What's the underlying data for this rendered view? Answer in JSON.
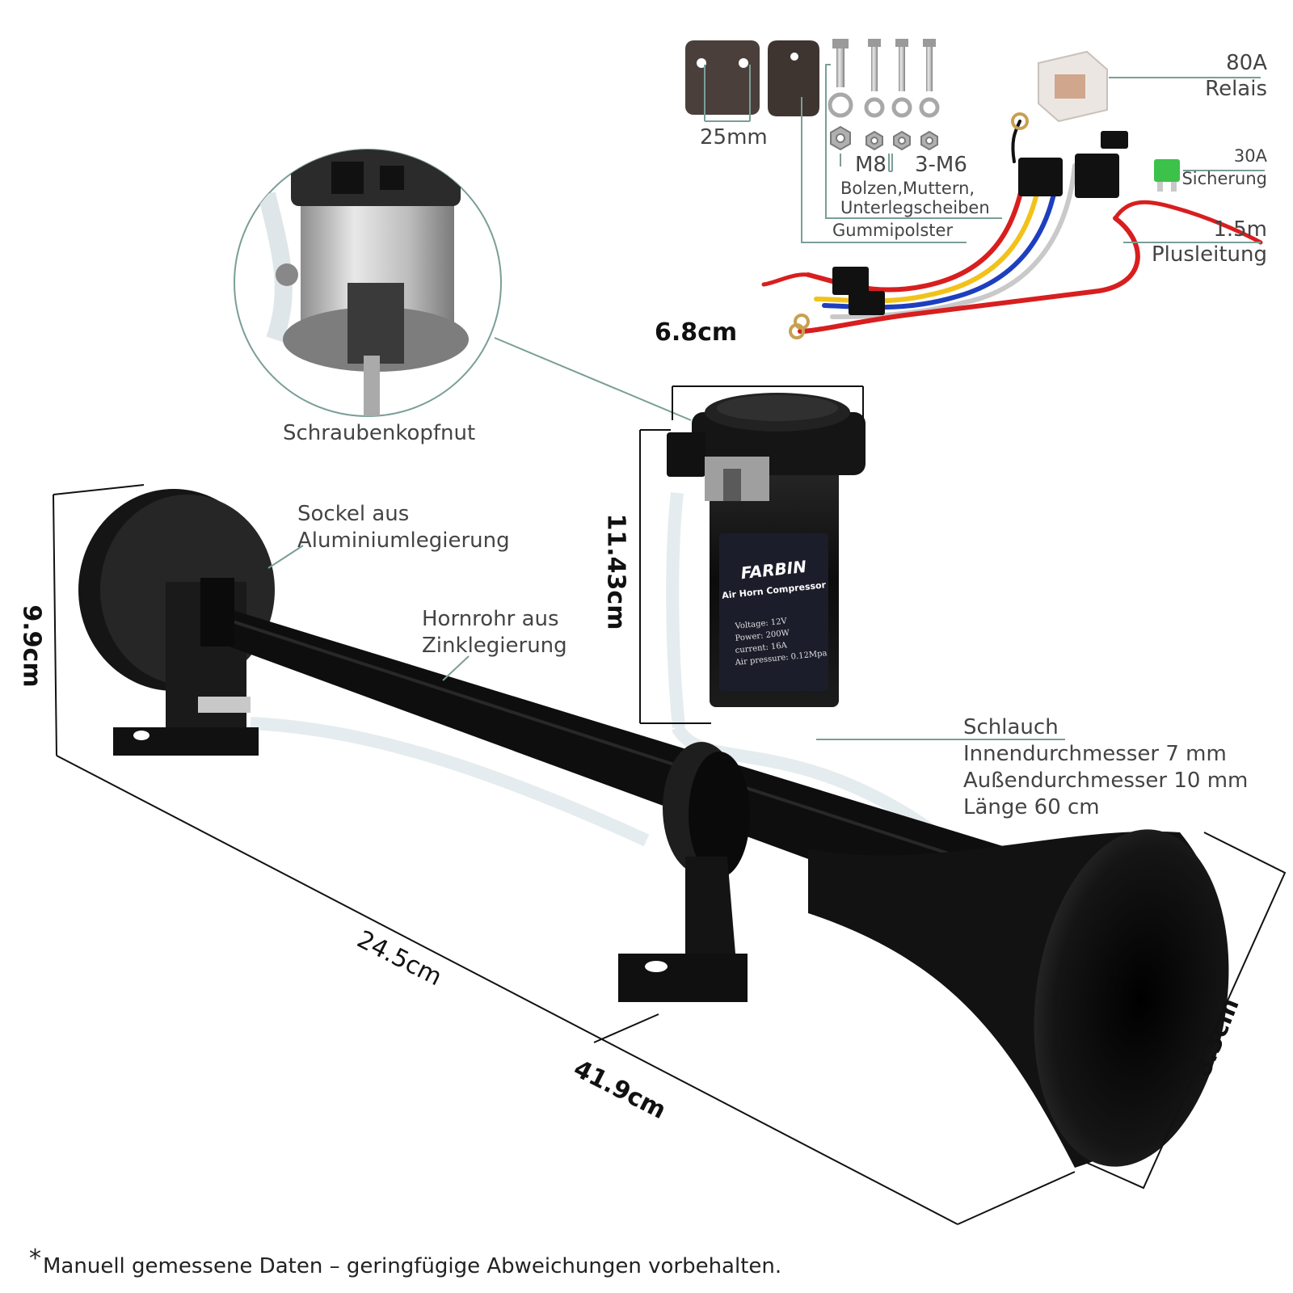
{
  "dimensions": {
    "compressor_width": "6.8cm",
    "compressor_height": "11.43cm",
    "base_height": "9.9cm",
    "trumpet_length_mid": "24.5cm",
    "trumpet_length_total": "41.9cm",
    "bell_diameter": "8.3cm",
    "pad_size": "25mm"
  },
  "labels": {
    "base": [
      "Sockel aus",
      "Aluminiumlegierung"
    ],
    "tube": [
      "Hornrohr aus",
      "Zinklegierung"
    ],
    "nut": "Schraubenkopfnut",
    "hose": [
      "Schlauch",
      "Innendurchmesser 7 mm",
      "Außendurchmesser 10 mm",
      "Länge 60 cm"
    ],
    "relay": [
      "80A",
      "Relais"
    ],
    "fuse": [
      "30A",
      "Sicherung"
    ],
    "cable": [
      "1.5m",
      "Plusleitung"
    ],
    "bolt_m8": "M8",
    "bolt_m6": "3-M6",
    "hardware": [
      "Bolzen,Muttern,",
      "Unterlegscheiben"
    ],
    "rubber": "Gummipolster"
  },
  "compressor": {
    "brand": "FARBIN",
    "model": "Air Horn Compressor",
    "specs": [
      "Voltage: 12V",
      "Power: 200W",
      "current: 16A",
      "Air pressure: 0.12Mpa"
    ]
  },
  "footnote": {
    "star": "*",
    "text": "Manuell gemessene Daten – geringfügige Abweichungen vorbehalten."
  },
  "colors": {
    "horn": "#0d0d0d",
    "leader": "#7a9e98",
    "dim_line": "#111111",
    "wire_red": "#d81e1e",
    "wire_yellow": "#f2c21a",
    "wire_blue": "#1d3fbf",
    "fuse": "#3cc24a"
  }
}
